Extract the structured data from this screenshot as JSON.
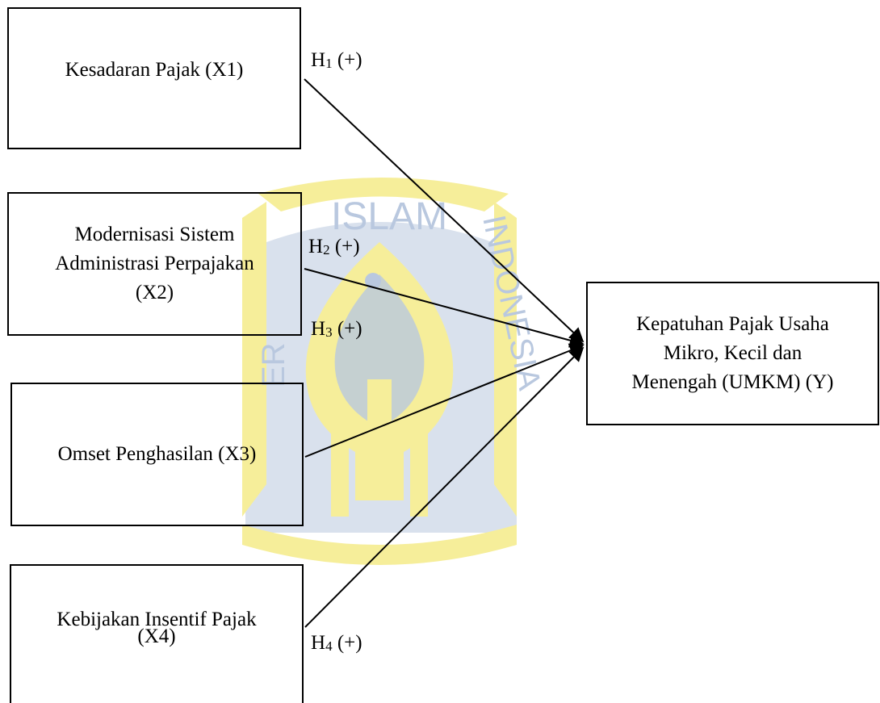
{
  "boxes": {
    "x1": {
      "lines": [
        "Kesadaran Pajak (X1)"
      ]
    },
    "x2": {
      "lines": [
        "Modernisasi Sistem",
        "Administrasi Perpajakan",
        "(X2)"
      ]
    },
    "x3": {
      "lines": [
        "Omset Penghasilan (X3)"
      ]
    },
    "x4": {
      "lines": [
        "Kebijakan Insentif Pajak",
        "(X4)"
      ]
    },
    "y": {
      "lines": [
        "Kepatuhan Pajak Usaha",
        "Mikro, Kecil dan",
        "Menengah (UMKM) (Y)"
      ]
    }
  },
  "hypotheses": [
    {
      "letter": "H",
      "index": "1",
      "sign": "(+)"
    },
    {
      "letter": "H",
      "index": "2",
      "sign": "(+)"
    },
    {
      "letter": "H",
      "index": "3",
      "sign": "(+)"
    },
    {
      "letter": "H",
      "index": "4",
      "sign": "(+)"
    }
  ],
  "watermark": {
    "text_top": "ISLAM",
    "text_right": "INDONESIA",
    "text_left": "ER",
    "colors": {
      "blue": "#b9c8df",
      "gold": "#f6ee9a"
    }
  }
}
